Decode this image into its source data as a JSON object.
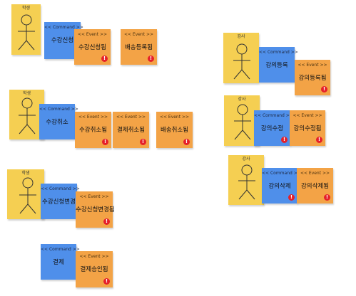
{
  "stickies": [
    {
      "kind": "actor",
      "type_label": "학생",
      "label": ""
    },
    {
      "kind": "command",
      "type_label": "<< Command >>",
      "label": "수강신청"
    },
    {
      "kind": "event",
      "type_label": "<< Event >>",
      "label": "수강신청됨"
    },
    {
      "kind": "event",
      "type_label": "<< Event >>",
      "label": "배송등록됨"
    },
    {
      "kind": "actor",
      "type_label": "학생",
      "label": ""
    },
    {
      "kind": "command",
      "type_label": "<< Command >>",
      "label": "수강취소"
    },
    {
      "kind": "event",
      "type_label": "<< Event >>",
      "label": "수강취소됨"
    },
    {
      "kind": "event",
      "type_label": "<< Event >>",
      "label": "결제취소됨"
    },
    {
      "kind": "event",
      "type_label": "<< Event >>",
      "label": "배송취소됨"
    },
    {
      "kind": "actor",
      "type_label": "학생",
      "label": ""
    },
    {
      "kind": "command",
      "type_label": "<< Command >>",
      "label": "수강신청변경"
    },
    {
      "kind": "event",
      "type_label": "<< Event >>",
      "label": "수강신청변경됨"
    },
    {
      "kind": "command",
      "type_label": "<< Command >>",
      "label": "결제"
    },
    {
      "kind": "event",
      "type_label": "<< Event >>",
      "label": "결제승인됨"
    },
    {
      "kind": "actor",
      "type_label": "강사",
      "label": ""
    },
    {
      "kind": "command",
      "type_label": "<< Command >>",
      "label": "강의등록"
    },
    {
      "kind": "event",
      "type_label": "<< Event >>",
      "label": "강의등록됨"
    },
    {
      "kind": "actor",
      "type_label": "강사",
      "label": ""
    },
    {
      "kind": "command",
      "type_label": "<< Command >>",
      "label": "강의수정"
    },
    {
      "kind": "event",
      "type_label": "<< Event >>",
      "label": "강의수정됨"
    },
    {
      "kind": "actor",
      "type_label": "강사",
      "label": ""
    },
    {
      "kind": "command",
      "type_label": "<< Command >>",
      "label": "강의삭제"
    },
    {
      "kind": "event",
      "type_label": "<< Event >>",
      "label": "강의삭제됨"
    }
  ],
  "warning_icon": "exclamation-icon",
  "colors": {
    "actor": "#f5cf52",
    "command": "#4f8fea",
    "event": "#f3a346",
    "warning": "#e5202a"
  }
}
